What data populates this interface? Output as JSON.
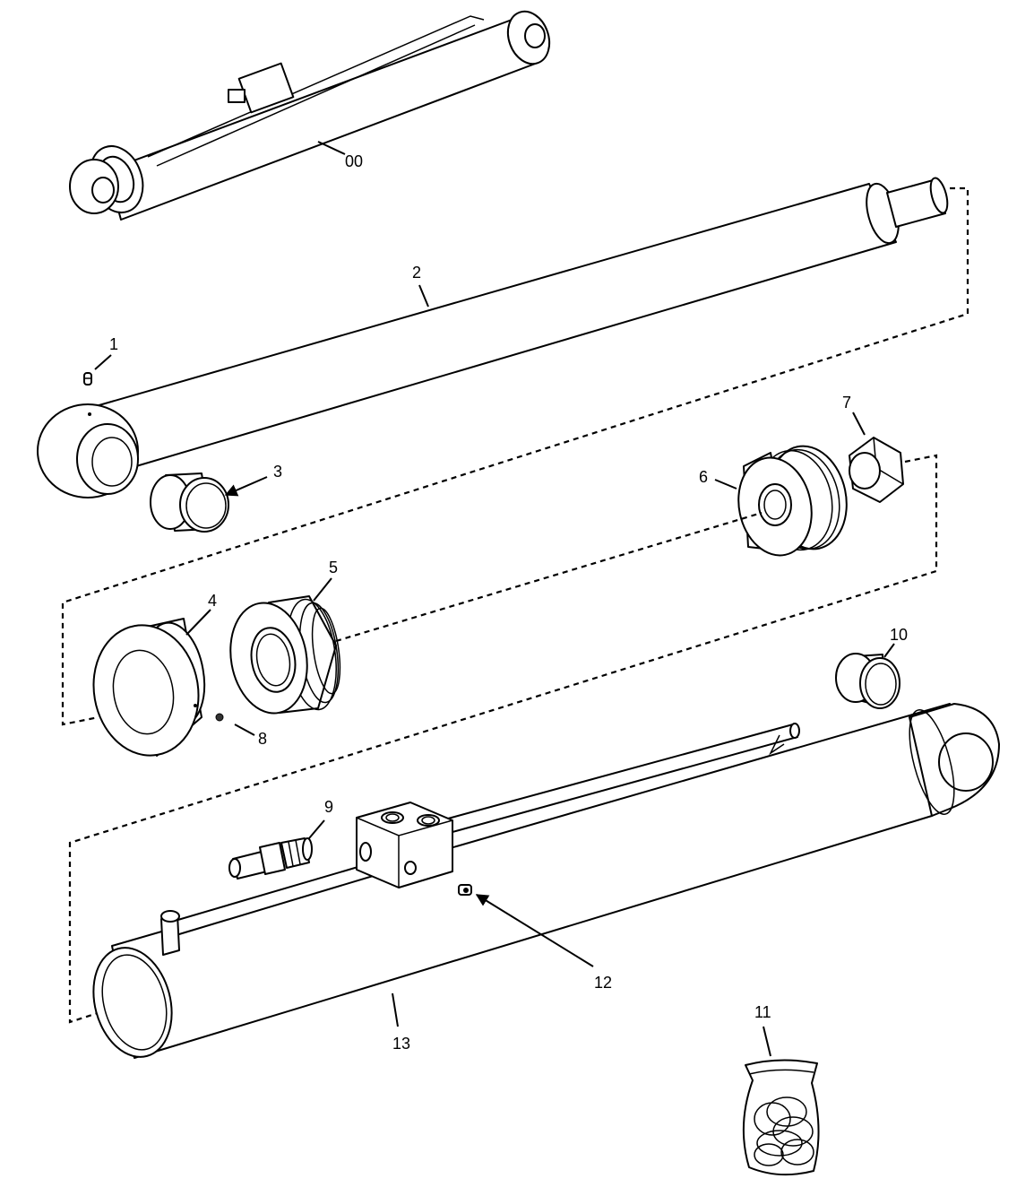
{
  "callouts": {
    "assembly": "00",
    "p1": "1",
    "p2": "2",
    "p3": "3",
    "p4": "4",
    "p5": "5",
    "p6": "6",
    "p7": "7",
    "p8": "8",
    "p9": "9",
    "p10": "10",
    "p11": "11",
    "p12": "12",
    "p13": "13"
  }
}
